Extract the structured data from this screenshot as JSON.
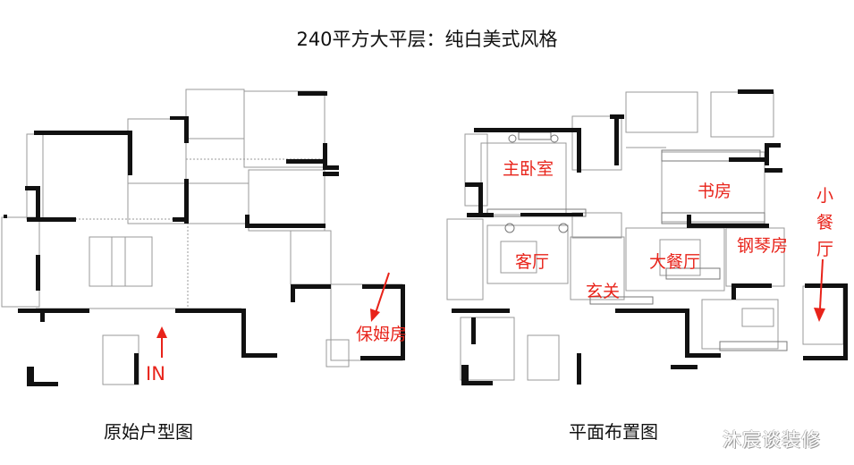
{
  "title": "240平方大平层：纯白美式风格",
  "left_plan": {
    "caption": "原始户型图",
    "annotations": {
      "entrance": "IN",
      "nanny_room": "保姆房"
    }
  },
  "right_plan": {
    "caption": "平面布置图",
    "rooms": {
      "master_bedroom": "主卧室",
      "study": "书房",
      "living_room": "客厅",
      "dining_room": "大餐厅",
      "piano_room": "钢琴房",
      "foyer": "玄关",
      "small_dining_1": "小",
      "small_dining_2": "餐",
      "small_dining_3": "厅"
    }
  },
  "watermark": "沐宸谈装修",
  "colors": {
    "wall": "#111111",
    "line": "#999999",
    "label": "#e8231a"
  }
}
